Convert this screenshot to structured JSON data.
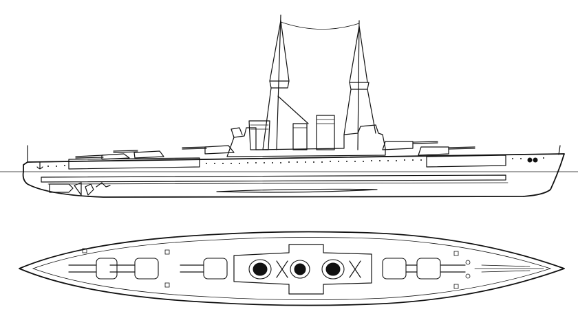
{
  "drawing": {
    "subject": "battleship",
    "views": [
      "profile",
      "plan"
    ],
    "style": "line drawing",
    "ink_color": "#111111",
    "background_color": "#ffffff"
  }
}
